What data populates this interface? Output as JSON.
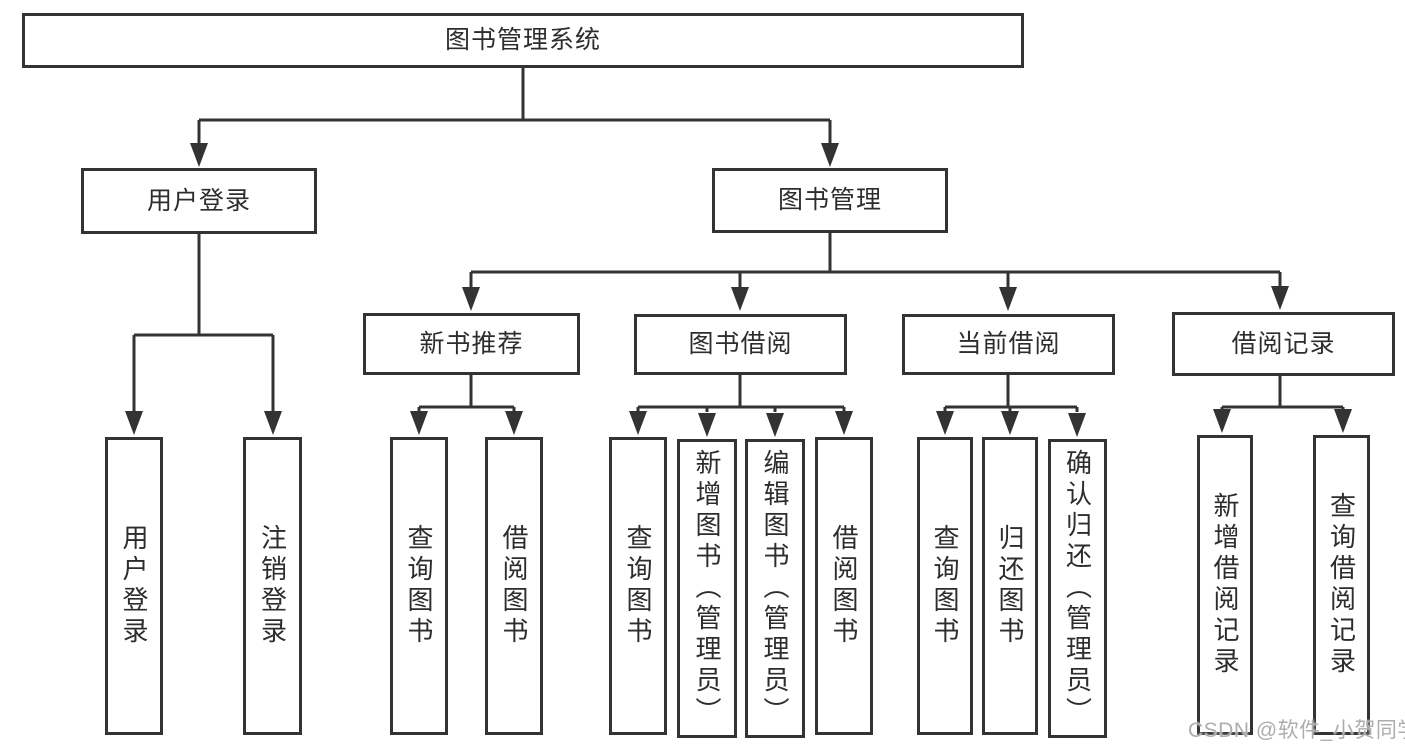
{
  "nodes": {
    "root": {
      "label": "图书管理系统"
    },
    "user_login": {
      "label": "用户登录"
    },
    "book_mgmt": {
      "label": "图书管理"
    },
    "new_book": {
      "label": "新书推荐"
    },
    "book_borrow": {
      "label": "图书借阅"
    },
    "current_borrow": {
      "label": "当前借阅"
    },
    "borrow_record": {
      "label": "借阅记录"
    },
    "leaf_user_login": {
      "label": "用户登录"
    },
    "leaf_logout": {
      "label": "注销登录"
    },
    "leaf_nb_query": {
      "label": "查询图书"
    },
    "leaf_nb_borrow": {
      "label": "借阅图书"
    },
    "leaf_bb_query": {
      "label": "查询图书"
    },
    "leaf_bb_add": {
      "label": "新增图书（管理员）"
    },
    "leaf_bb_edit": {
      "label": "编辑图书（管理员）"
    },
    "leaf_bb_borrow": {
      "label": "借阅图书"
    },
    "leaf_cb_query": {
      "label": "查询图书"
    },
    "leaf_cb_return": {
      "label": "归还图书"
    },
    "leaf_cb_confirm": {
      "label": "确认归还（管理员）"
    },
    "leaf_br_add": {
      "label": "新增借阅记录"
    },
    "leaf_br_query": {
      "label": "查询借阅记录"
    }
  },
  "watermark": {
    "text": "CSDN @软件_小贺同学"
  },
  "colors": {
    "line": "#333333",
    "text": "#2d2d2d",
    "watermark": "#aeaeae",
    "background": "#ffffff"
  }
}
